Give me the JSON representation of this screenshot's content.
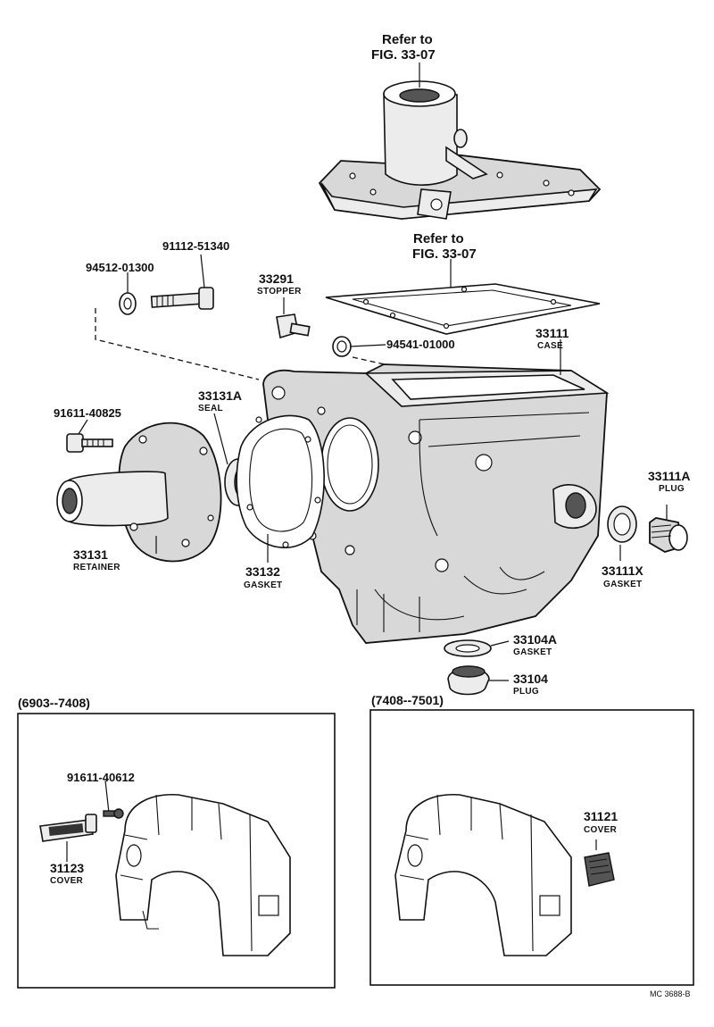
{
  "refs": {
    "top_line1": "Refer to",
    "top_line2": "FIG. 33-07",
    "mid_line1": "Refer to",
    "mid_line2": "FIG. 33-07"
  },
  "parts": {
    "p94512": {
      "num": "94512-01300"
    },
    "p91112": {
      "num": "91112-51340"
    },
    "p33291": {
      "num": "33291",
      "name": "STOPPER"
    },
    "p94541": {
      "num": "94541-01000"
    },
    "p33111": {
      "num": "33111",
      "name": "CASE"
    },
    "p33131A": {
      "num": "33131A",
      "name": "SEAL"
    },
    "p91611a": {
      "num": "91611-40825"
    },
    "p33111A": {
      "num": "33111A",
      "name": "PLUG"
    },
    "p33131": {
      "num": "33131",
      "name": "RETAINER"
    },
    "p33132": {
      "num": "33132",
      "name": "GASKET"
    },
    "p33111X": {
      "num": "33111X",
      "name": "GASKET"
    },
    "p33104A": {
      "num": "33104A",
      "name": "GASKET"
    },
    "p33104": {
      "num": "33104",
      "name": "PLUG"
    },
    "p91611b": {
      "num": "91611-40612"
    },
    "p31123": {
      "num": "31123",
      "name": "COVER"
    },
    "p31121": {
      "num": "31121",
      "name": "COVER"
    }
  },
  "ranges": {
    "left": "(6903--7408)",
    "right": "(7408--7501)"
  },
  "footer": {
    "code": "MC 3688-B"
  }
}
